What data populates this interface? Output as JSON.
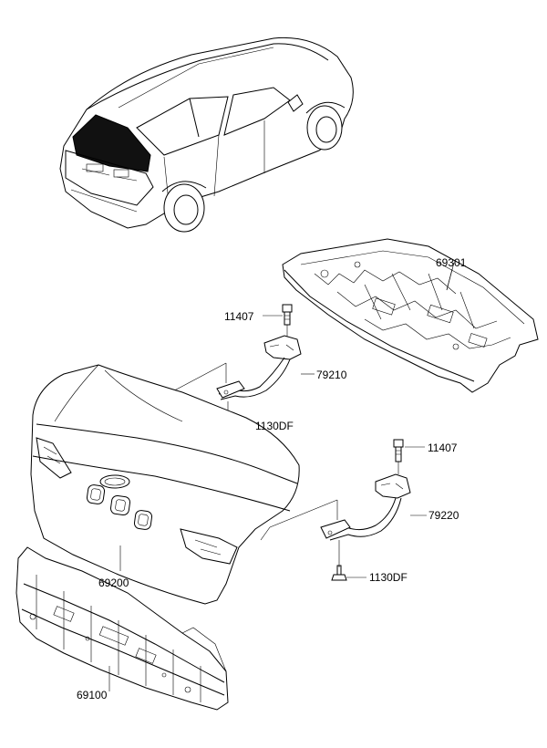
{
  "callouts": {
    "rear_shelf": "69301",
    "bolt_left": "11407",
    "hinge_left": "79210",
    "screw_left": "1130DF",
    "bolt_right": "11407",
    "hinge_right": "79220",
    "screw_right": "1130DF",
    "trunk_lid": "69200",
    "back_panel": "69100"
  },
  "colors": {
    "line": "#000000",
    "background": "#ffffff",
    "highlight": "#000000"
  }
}
